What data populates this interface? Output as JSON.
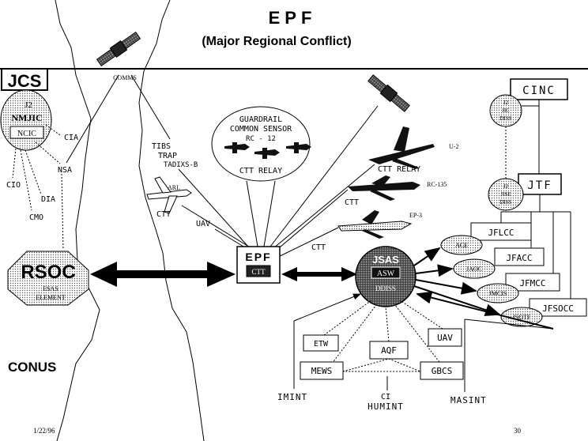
{
  "header": {
    "title": "EPF",
    "subtitle": "(Major Regional Conflict)"
  },
  "left": {
    "jcs": "JCS",
    "j2": "J2",
    "nmjic": "NMJIC",
    "ncic": "NCIC",
    "cia": "CIA",
    "nsa": "NSA",
    "cio": "CIO",
    "dia": "DIA",
    "cmo": "CMO",
    "rsoc": "RSOC",
    "rsoc_sub1": "ESAS",
    "rsoc_sub2": "ELEMENT",
    "conus": "CONUS"
  },
  "top": {
    "comms": "COMMS",
    "tibs": "TIBS",
    "trap": "TRAP",
    "tadixs": "TADIXS-B"
  },
  "guardrail": {
    "line1": "GUARDRAIL",
    "line2": "COMMON SENSOR",
    "line3": "RC - 12",
    "line4": "CTT RELAY"
  },
  "platforms": {
    "arl": "ARL",
    "arl_ctt": "CTT",
    "uav": "UAV",
    "u2": "U-2",
    "u2_relay": "CTT RELAY",
    "rc135": "RC-135",
    "ep3_ctt": "CTT",
    "ep3": "EP-3",
    "ctt_epf": "CTT"
  },
  "center": {
    "epf": "EPF",
    "epf_sub": "CTT",
    "jsas": "JSAS",
    "jsas_mid": "ASW",
    "jsas_bottom": "DDISS"
  },
  "right": {
    "cinc": "CINC",
    "j2_top": "J2",
    "j2_mid": "JIC",
    "j2_bottom": "DISS",
    "jtf": "JTF",
    "jtf_mid1": "J2",
    "jtf_mid2": "JISE",
    "jtf_bottom": "DISS",
    "jflcc": "JFLCC",
    "jfacc": "JFACC",
    "jfmcc": "JFMCC",
    "jfsocc": "JFSOCC",
    "e1": "ACE",
    "e2": "JAOC",
    "e3": "JMCIS",
    "e4": "JSOTF"
  },
  "sensors": {
    "etw": "ETW",
    "aqf": "AQF",
    "uav": "UAV",
    "mews": "MEWS",
    "gbcs": "GBCS",
    "imint": "IMINT",
    "ci": "CI",
    "humint": "HUMINT",
    "masint": "MASINT"
  },
  "footer": {
    "date": "1/22/96",
    "page": "30"
  }
}
